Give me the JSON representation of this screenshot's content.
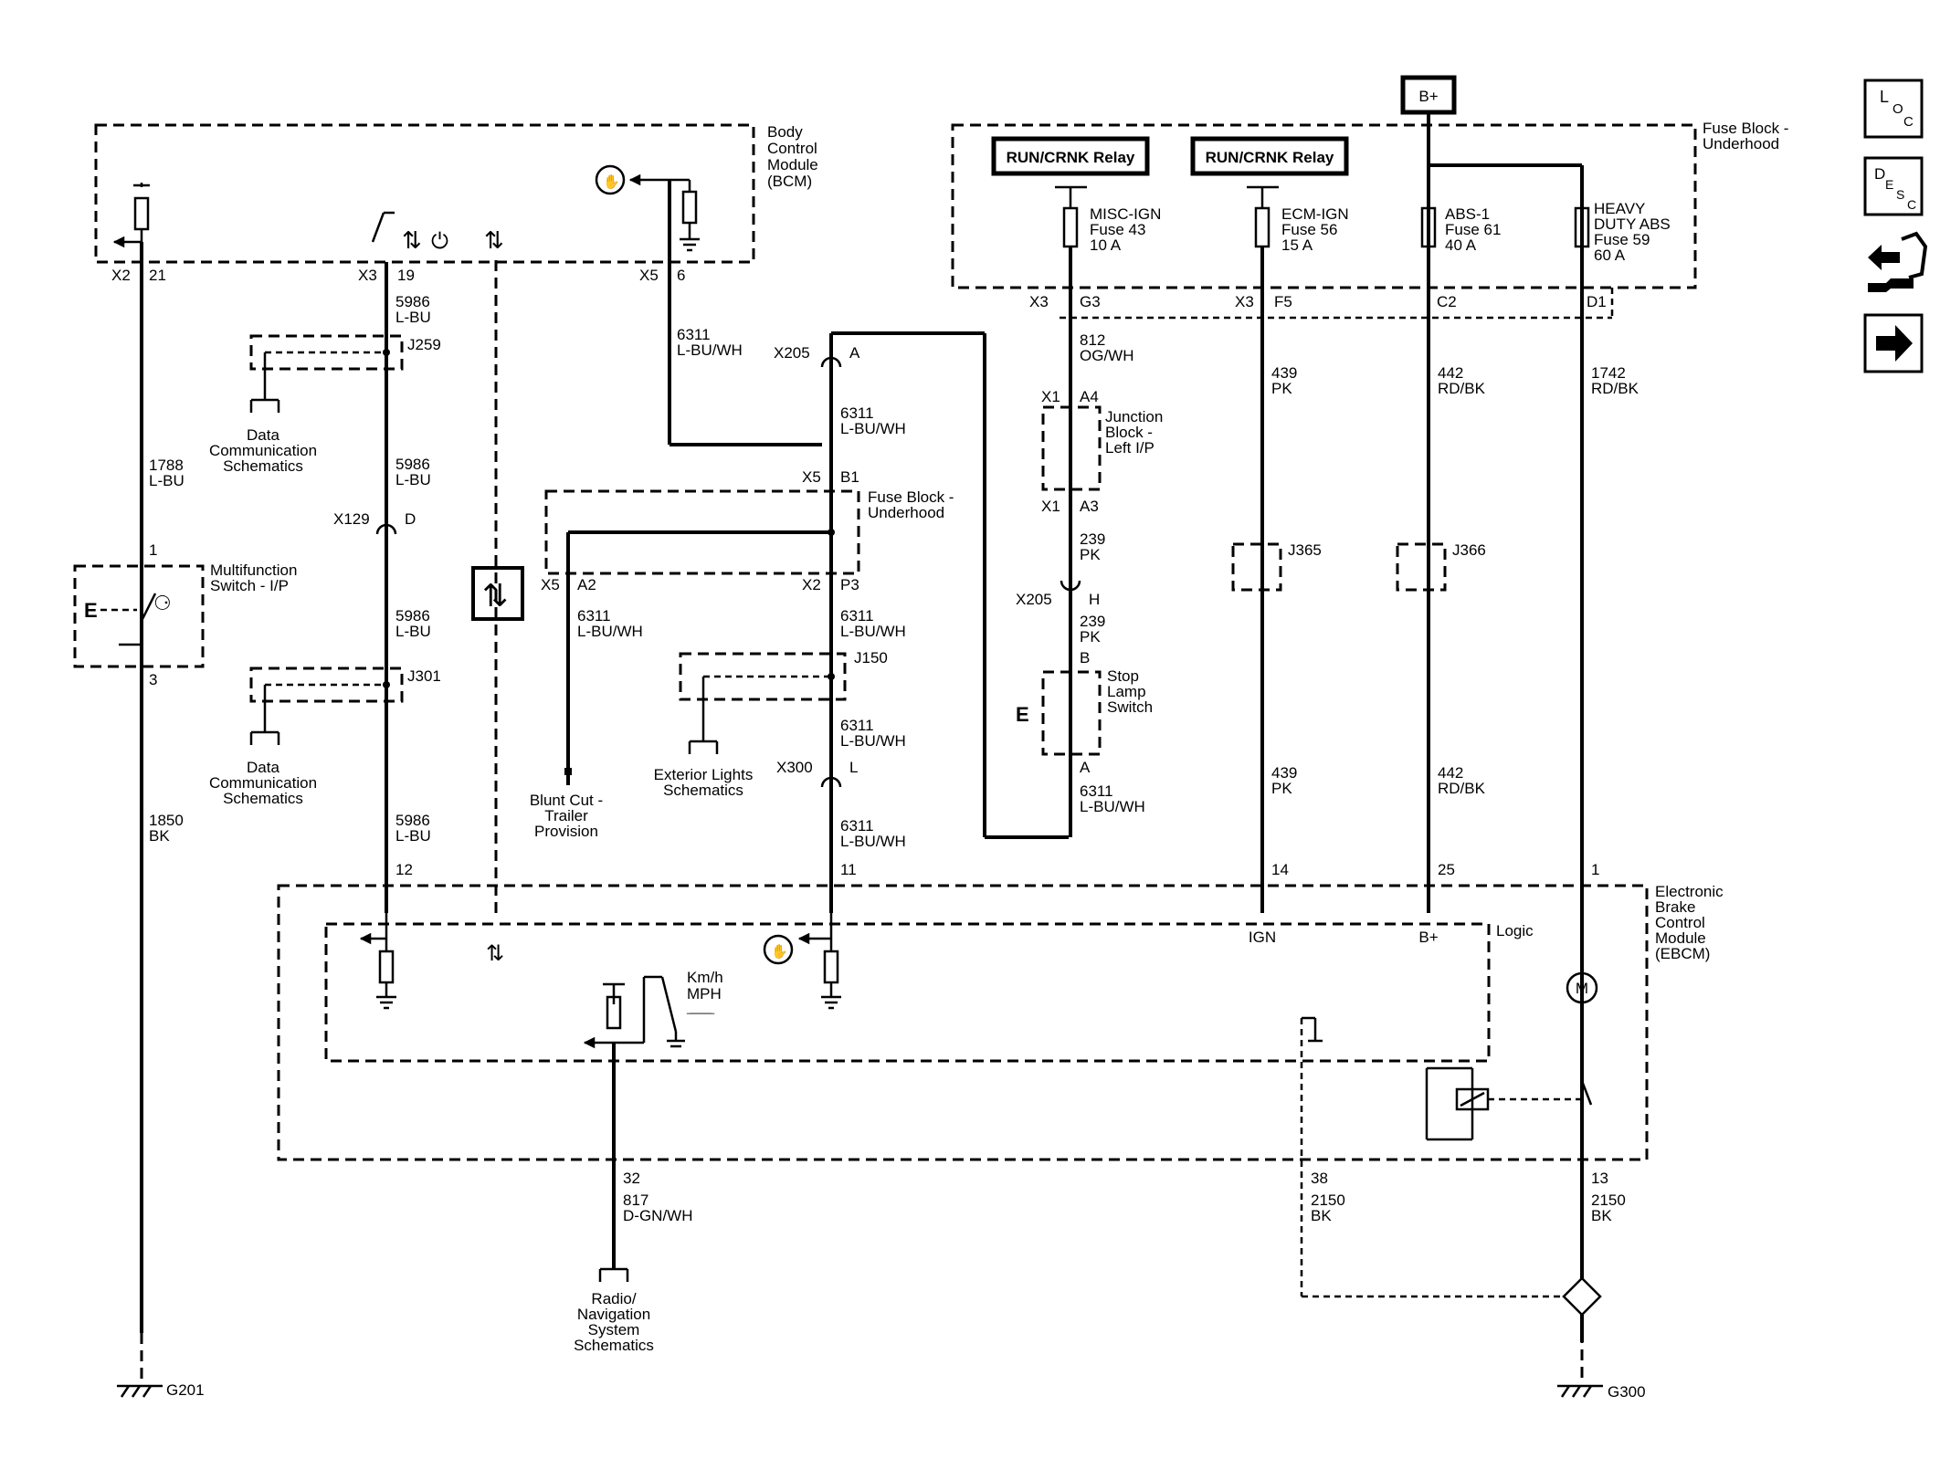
{
  "colors": {
    "ink": "#000000",
    "paper": "#ffffff"
  },
  "side_nav": {
    "loc": {
      "main": "L",
      "sub1": "O",
      "sub2": "C",
      "icon": "loc-icon"
    },
    "desc": {
      "main": "D",
      "sub1": "E",
      "sub2": "S",
      "sub3": "C",
      "icon": "desc-icon"
    },
    "connector_icon": "connector-view-icon",
    "next_icon": "next-arrow-icon"
  },
  "bcm": {
    "name_lines": [
      "Body",
      "Control",
      "Module",
      "(BCM)"
    ],
    "pins": [
      {
        "conn": "X2",
        "pin": "21"
      },
      {
        "conn": "X3",
        "pin": "19"
      },
      {
        "conn": "X5",
        "pin": "6"
      }
    ]
  },
  "wires": {
    "w1788": [
      "1788",
      "L-BU"
    ],
    "w1850": [
      "1850",
      "BK"
    ],
    "w5986a": [
      "5986",
      "L-BU"
    ],
    "w5986b": [
      "5986",
      "L-BU"
    ],
    "w5986c": [
      "5986",
      "L-BU"
    ],
    "w5986d": [
      "5986",
      "L-BU"
    ],
    "w6311a": [
      "6311",
      "L-BU/WH"
    ],
    "w6311b": [
      "6311",
      "L-BU/WH"
    ],
    "w6311c": [
      "6311",
      "L-BU/WH"
    ],
    "w6311d": [
      "6311",
      "L-BU/WH"
    ],
    "w6311e": [
      "6311",
      "L-BU/WH"
    ],
    "w6311f": [
      "6311",
      "L-BU/WH"
    ],
    "w6311g": [
      "6311",
      "L-BU/WH"
    ],
    "w812": [
      "812",
      "OG/WH"
    ],
    "w239a": [
      "239",
      "PK"
    ],
    "w239b": [
      "239",
      "PK"
    ],
    "w439a": [
      "439",
      "PK"
    ],
    "w439b": [
      "439",
      "PK"
    ],
    "w442a": [
      "442",
      "RD/BK"
    ],
    "w442b": [
      "442",
      "RD/BK"
    ],
    "w1742": [
      "1742",
      "RD/BK"
    ],
    "w817": [
      "817",
      "D-GN/WH"
    ],
    "w2150a": [
      "2150",
      "BK"
    ],
    "w2150b": [
      "2150",
      "BK"
    ]
  },
  "splices": {
    "j259": "J259",
    "j301": "J301",
    "j150": "J150",
    "j365": "J365",
    "j366": "J366"
  },
  "connectors": {
    "x129": "X129",
    "x129_pin": "D",
    "x205a": "X205",
    "x205a_pin": "A",
    "x205b": "X205",
    "x205b_pin": "H",
    "x300": "X300",
    "x300_pin": "L",
    "x5b1": "X5",
    "x5b1_pin": "B1",
    "x5a2": "X5",
    "x5a2_pin": "A2",
    "x2p3": "X2",
    "x2p3_pin": "P3",
    "x1a4": "X1",
    "x1a4_pin": "A4",
    "x1a3": "X1",
    "x1a3_pin": "A3",
    "x3g3": "X3",
    "x3g3_pin": "G3",
    "x3f5": "X3",
    "x3f5_pin": "F5",
    "c2": "C2",
    "d1": "D1"
  },
  "components": {
    "multifunction_switch": [
      "Multifunction",
      "Switch - I/P"
    ],
    "mfs_pin_top": "1",
    "mfs_pin_bottom": "3",
    "mfs_letter": "E",
    "data_comm_1": [
      "Data",
      "Communication",
      "Schematics"
    ],
    "data_comm_2": [
      "Data",
      "Communication",
      "Schematics"
    ],
    "fuse_block_mid": [
      "Fuse Block -",
      "Underhood"
    ],
    "blunt_cut": [
      "Blunt Cut -",
      "Trailer",
      "Provision"
    ],
    "exterior_lights": [
      "Exterior Lights",
      "Schematics"
    ],
    "junction_block": [
      "Junction",
      "Block -",
      "Left I/P"
    ],
    "stop_lamp_switch": [
      "Stop",
      "Lamp",
      "Switch"
    ],
    "stop_lamp_pin_top": "B",
    "stop_lamp_pin_bottom": "A",
    "stop_lamp_letter": "E",
    "radio_nav": [
      "Radio/",
      "Navigation",
      "System",
      "Schematics"
    ]
  },
  "fuse_block_top": {
    "name_lines": [
      "Fuse Block -",
      "Underhood"
    ],
    "b_plus": "B+",
    "relay1": "RUN/CRNK Relay",
    "relay2": "RUN/CRNK Relay",
    "fuse43": [
      "MISC-IGN",
      "Fuse 43",
      "10 A"
    ],
    "fuse56": [
      "ECM-IGN",
      "Fuse 56",
      "15 A"
    ],
    "fuse61": [
      "ABS-1",
      "Fuse 61",
      "40 A"
    ],
    "fuse59": [
      "HEAVY",
      "DUTY ABS",
      "Fuse 59",
      "60 A"
    ]
  },
  "ebcm": {
    "name_lines": [
      "Electronic",
      "Brake",
      "Control",
      "Module",
      "(EBCM)"
    ],
    "logic": "Logic",
    "ign": "IGN",
    "b_plus": "B+",
    "kmh": "Km/h",
    "mph": "MPH",
    "motor": "M",
    "pins": {
      "p12": "12",
      "p11": "11",
      "p14": "14",
      "p25": "25",
      "p1": "1",
      "p32": "32",
      "p38": "38",
      "p13": "13"
    }
  },
  "grounds": {
    "g201": "G201",
    "g300": "G300"
  }
}
